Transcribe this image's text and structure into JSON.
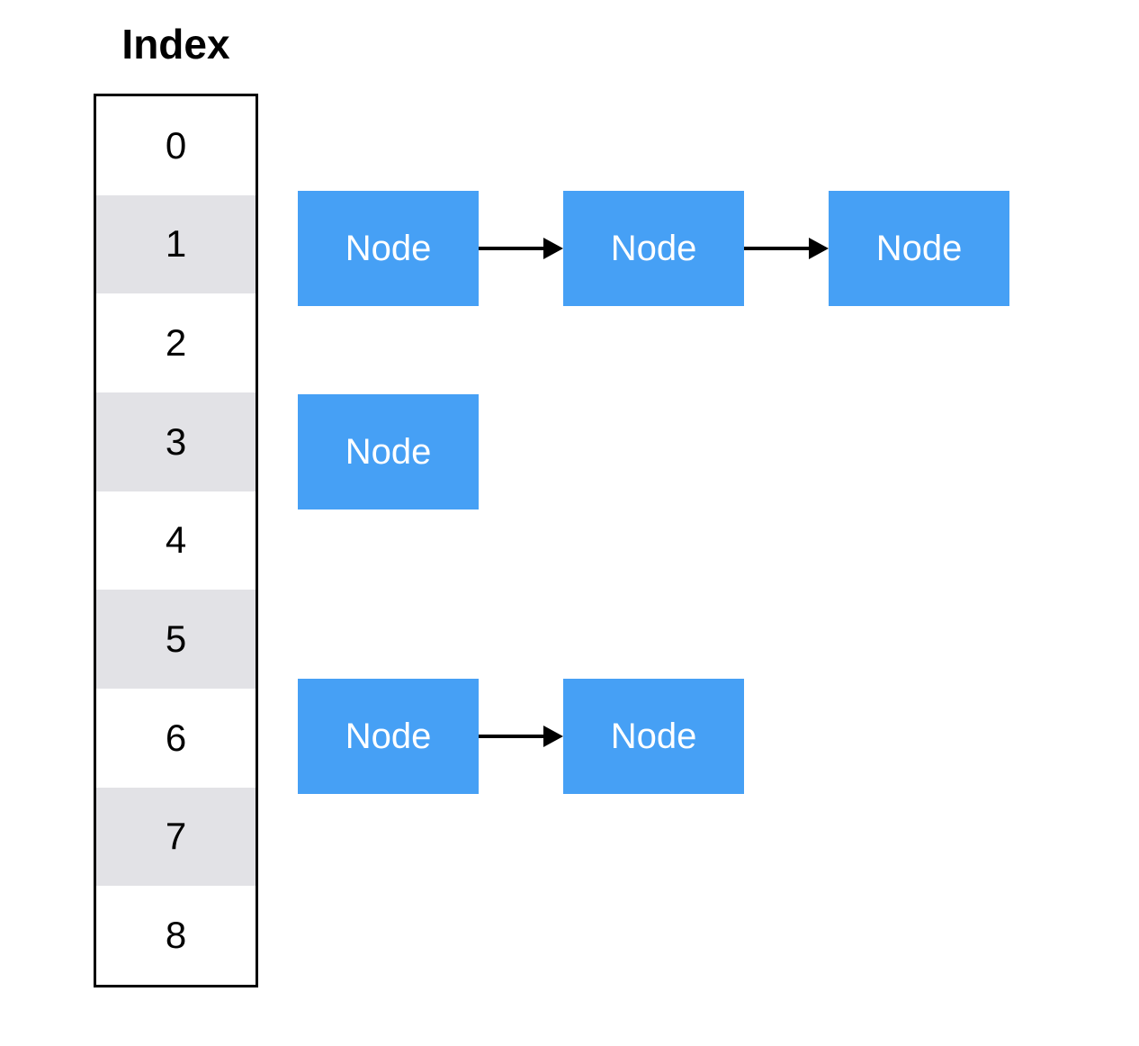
{
  "title": "Index",
  "colors": {
    "node_blue": "#46A0F5",
    "row_alt_gray": "#E2E2E6",
    "row_white": "#FFFFFF",
    "border_black": "#000000",
    "node_text_white": "#FFFFFF"
  },
  "index_column": {
    "rows": [
      "0",
      "1",
      "2",
      "3",
      "4",
      "5",
      "6",
      "7",
      "8"
    ]
  },
  "chains": [
    {
      "bucket_index": "1",
      "nodes": [
        {
          "label": "Node"
        },
        {
          "label": "Node"
        },
        {
          "label": "Node"
        }
      ]
    },
    {
      "bucket_index": "3",
      "nodes": [
        {
          "label": "Node"
        }
      ]
    },
    {
      "bucket_index": "6",
      "nodes": [
        {
          "label": "Node"
        },
        {
          "label": "Node"
        }
      ]
    }
  ]
}
